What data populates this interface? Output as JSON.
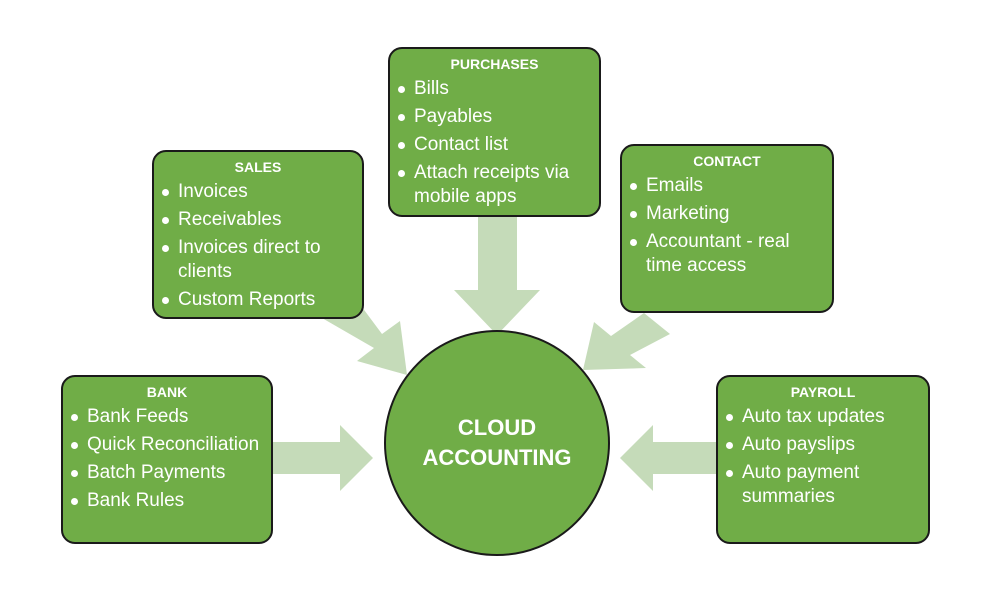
{
  "colors": {
    "box_fill": "#70ad47",
    "arrow_fill": "#c5dbb9",
    "border": "#1a1a1a",
    "text": "#ffffff"
  },
  "center": {
    "title": "CLOUD ACCOUNTING"
  },
  "boxes": {
    "purchases": {
      "title": "PURCHASES",
      "items": [
        "Bills",
        "Payables",
        "Contact list",
        "Attach receipts via mobile apps"
      ]
    },
    "sales": {
      "title": "SALES",
      "items": [
        "Invoices",
        "Receivables",
        "Invoices direct to clients",
        "Custom Reports"
      ]
    },
    "contact": {
      "title": "CONTACT",
      "items": [
        "Emails",
        "Marketing",
        "Accountant - real time access"
      ]
    },
    "bank": {
      "title": "BANK",
      "items": [
        "Bank Feeds",
        "Quick Reconciliation",
        "Batch Payments",
        "Bank Rules"
      ]
    },
    "payroll": {
      "title": "PAYROLL",
      "items": [
        "Auto tax updates",
        "Auto payslips",
        "Auto payment summaries"
      ]
    }
  }
}
